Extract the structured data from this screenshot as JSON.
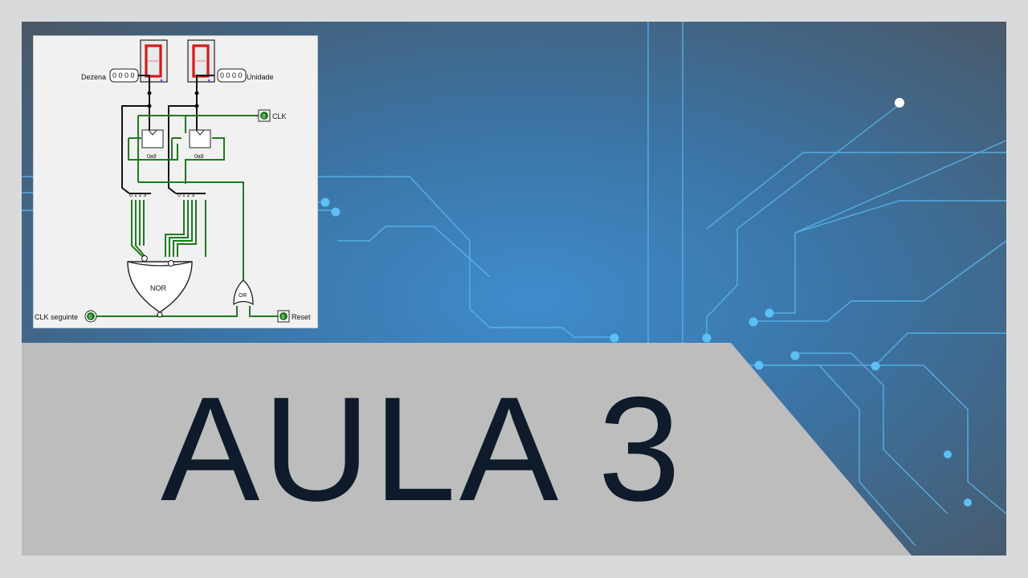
{
  "title": "AULA 3",
  "colors": {
    "background_center": "#3f88c4",
    "background_edge": "#4a5663",
    "trace": "#5bb8f0",
    "banner": "#bdbdbd",
    "title_text": "#0f1b2a",
    "wire_green": "#1e7a1e"
  },
  "circuit": {
    "display_tens_digit": "0",
    "display_units_digit": "0",
    "tens_label": "Dezena",
    "tens_bits": "0 0 0 0",
    "units_label": "Unidade",
    "units_bits": "0 0 0 0",
    "clk_label": "CLK",
    "clk_pin_value": "0",
    "counter_tens_label": "0a9",
    "counter_units_label": "0a9",
    "nor_label": "NOR",
    "or_label": "OR",
    "clk_next_label": "CLK seguinte",
    "clk_next_value": "0",
    "reset_label": "Reset",
    "reset_value": "0"
  }
}
